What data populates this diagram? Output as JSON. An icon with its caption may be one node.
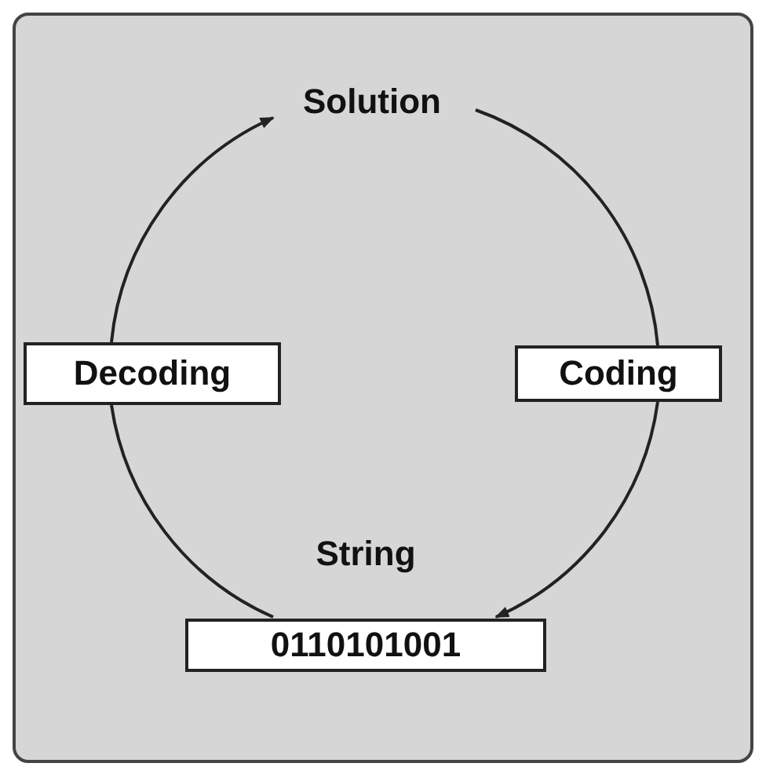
{
  "diagram": {
    "nodes": [
      {
        "text": [
          "Solution"
        ]
      },
      {
        "text": [
          "Decoding"
        ]
      },
      {
        "text": [
          "Coding"
        ]
      },
      {
        "text": [
          "String",
          "0110101001"
        ]
      }
    ],
    "edges": [
      {
        "from": 0,
        "to": 2,
        "arrow": "none"
      },
      {
        "from": 2,
        "to": 3,
        "arrow": "to"
      },
      {
        "from": 3,
        "to": 1,
        "arrow": "none"
      },
      {
        "from": 1,
        "to": 0,
        "arrow": "to"
      }
    ]
  }
}
